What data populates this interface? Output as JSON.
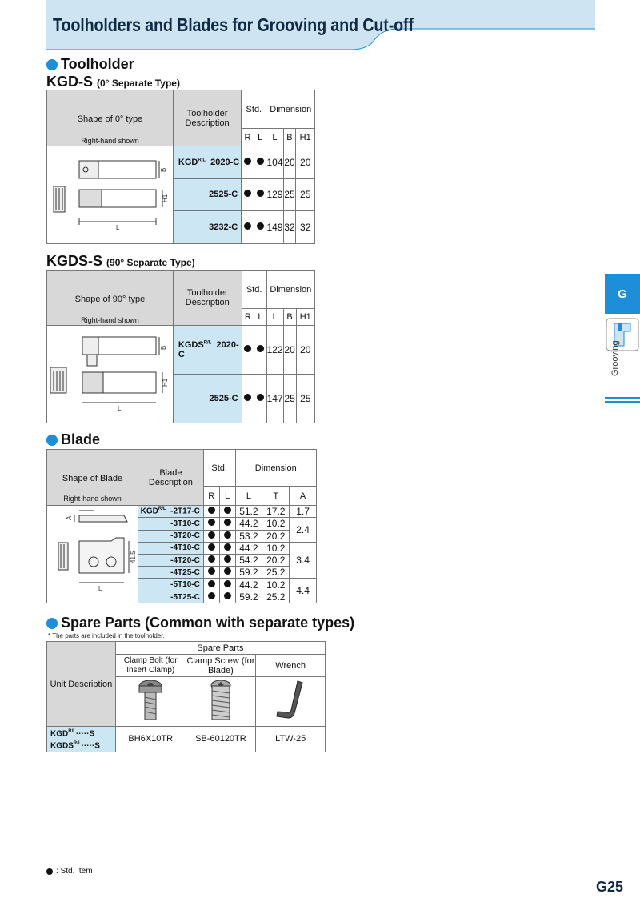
{
  "banner": {
    "title": "Toolholders and Blades for Grooving and Cut-off"
  },
  "toolholder": {
    "heading": "Toolholder",
    "kgd": {
      "title": "KGD-S",
      "subtitle": "(0° Separate Type)",
      "shape_label": "Shape of 0° type",
      "shown": "Right-hand shown",
      "desc_header": "Toolholder Description",
      "std_header": "Std.",
      "dim_header": "Dimension",
      "sub_headers": [
        "R",
        "L",
        "L",
        "B",
        "H1"
      ],
      "prefix": "KGD",
      "prefix_sup": "R/L",
      "dim_labels": [
        "B",
        "H1",
        "L"
      ],
      "rows": [
        {
          "code": "2020-C",
          "L": "104",
          "B": "20",
          "H1": "20"
        },
        {
          "code": "2525-C",
          "L": "129",
          "B": "25",
          "H1": "25"
        },
        {
          "code": "3232-C",
          "L": "149",
          "B": "32",
          "H1": "32"
        }
      ]
    },
    "kgds": {
      "title": "KGDS-S",
      "subtitle": "(90° Separate Type)",
      "shape_label": "Shape of 90° type",
      "shown": "Right-hand shown",
      "desc_header": "Toolholder Description",
      "std_header": "Std.",
      "dim_header": "Dimension",
      "sub_headers": [
        "R",
        "L",
        "L",
        "B",
        "H1"
      ],
      "prefix": "KGDS",
      "prefix_sup": "R/L",
      "dim_labels": [
        "B",
        "H1",
        "L"
      ],
      "rows": [
        {
          "code": "2020-C",
          "L": "122",
          "B": "20",
          "H1": "20"
        },
        {
          "code": "2525-C",
          "L": "147",
          "B": "25",
          "H1": "25"
        }
      ]
    }
  },
  "blade": {
    "heading": "Blade",
    "shape_label": "Shape of Blade",
    "shown": "Right-hand shown",
    "desc_header": "Blade Description",
    "std_header": "Std.",
    "dim_header": "Dimension",
    "sub_headers": [
      "R",
      "L",
      "L",
      "T",
      "A"
    ],
    "prefix": "KGD",
    "prefix_sup": "R/L",
    "dim_labels": [
      "T",
      "A",
      "41.5",
      "L"
    ],
    "rows": [
      {
        "code": "-2T17-C",
        "L": "51.2",
        "T": "17.2"
      },
      {
        "code": "-3T10-C",
        "L": "44.2",
        "T": "10.2"
      },
      {
        "code": "-3T20-C",
        "L": "53.2",
        "T": "20.2"
      },
      {
        "code": "-4T10-C",
        "L": "44.2",
        "T": "10.2"
      },
      {
        "code": "-4T20-C",
        "L": "54.2",
        "T": "20.2"
      },
      {
        "code": "-4T25-C",
        "L": "59.2",
        "T": "25.2"
      },
      {
        "code": "-5T10-C",
        "L": "44.2",
        "T": "10.2"
      },
      {
        "code": "-5T25-C",
        "L": "59.2",
        "T": "25.2"
      }
    ],
    "a_values": [
      "1.7",
      "2.4",
      "3.4",
      "4.4"
    ]
  },
  "spare": {
    "heading": "Spare Parts (Common with separate types)",
    "note": "* The parts are included in the toolholder.",
    "unit_desc": "Unit Description",
    "group_header": "Spare Parts",
    "col1": "Clamp Bolt (for Insert Clamp)",
    "col2": "Clamp Screw (for Blade)",
    "col3": "Wrench",
    "row1": "KGD",
    "row1_tail": "·····S",
    "row2": "KGDS",
    "row2_tail": "·····S",
    "sup": "R/L",
    "values": [
      "BH6X10TR",
      "SB-60120TR",
      "LTW-25"
    ]
  },
  "side": {
    "tab": "G",
    "label": "Grooving"
  },
  "footer": {
    "note": ": Std. Item",
    "page": "G25"
  },
  "colors": {
    "accent": "#1e8ed8",
    "banner": "#cfe4f2",
    "cell_blue": "#cde6f3",
    "cell_gray": "#d8d8d8"
  }
}
